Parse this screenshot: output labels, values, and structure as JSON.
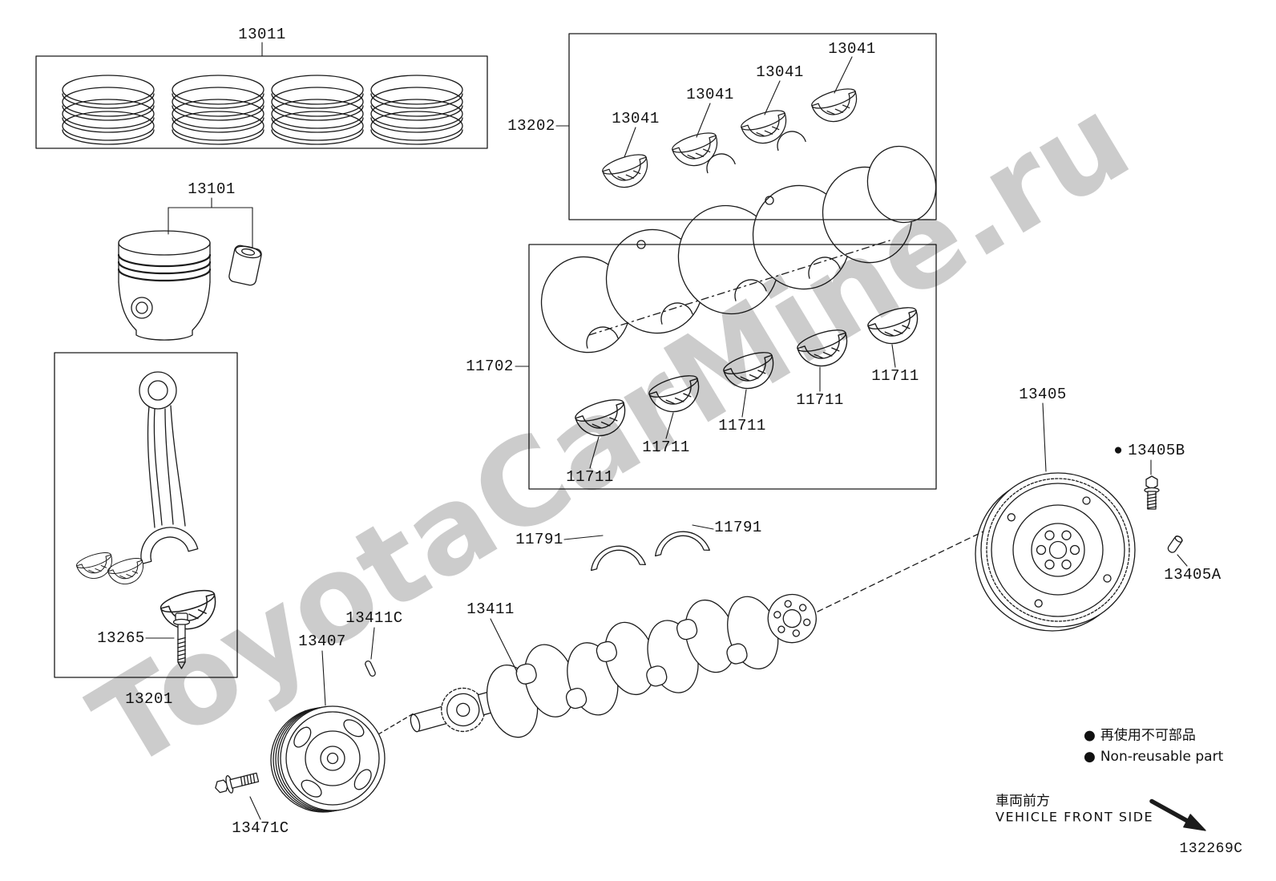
{
  "watermark": "ToyotaCarMine.ru",
  "diagram_code": "132269C",
  "bullet": "●",
  "parts": {
    "ring_set": "13011",
    "piston": "13101",
    "upper_bearing_set": "13202",
    "upper_bearing": "13041",
    "crankshaft_w_bearing": "11702",
    "main_bearing": "11711",
    "thrust_washer": "11791",
    "rod_subassembly": "13201",
    "rod_bolt": "13265",
    "flywheel": "13405",
    "flywheel_bolt": "13405B",
    "flywheel_pin": "13405A",
    "crankshaft": "13411",
    "crankshaft_key": "13411C",
    "pulley": "13407",
    "pulley_bolt": "13471C"
  },
  "legend": {
    "non_reusable_jp": "再使用不可部品",
    "non_reusable_en": "Non-reusable part",
    "vehicle_front_jp": "車両前方",
    "vehicle_front_en": "VEHICLE FRONT SIDE"
  }
}
